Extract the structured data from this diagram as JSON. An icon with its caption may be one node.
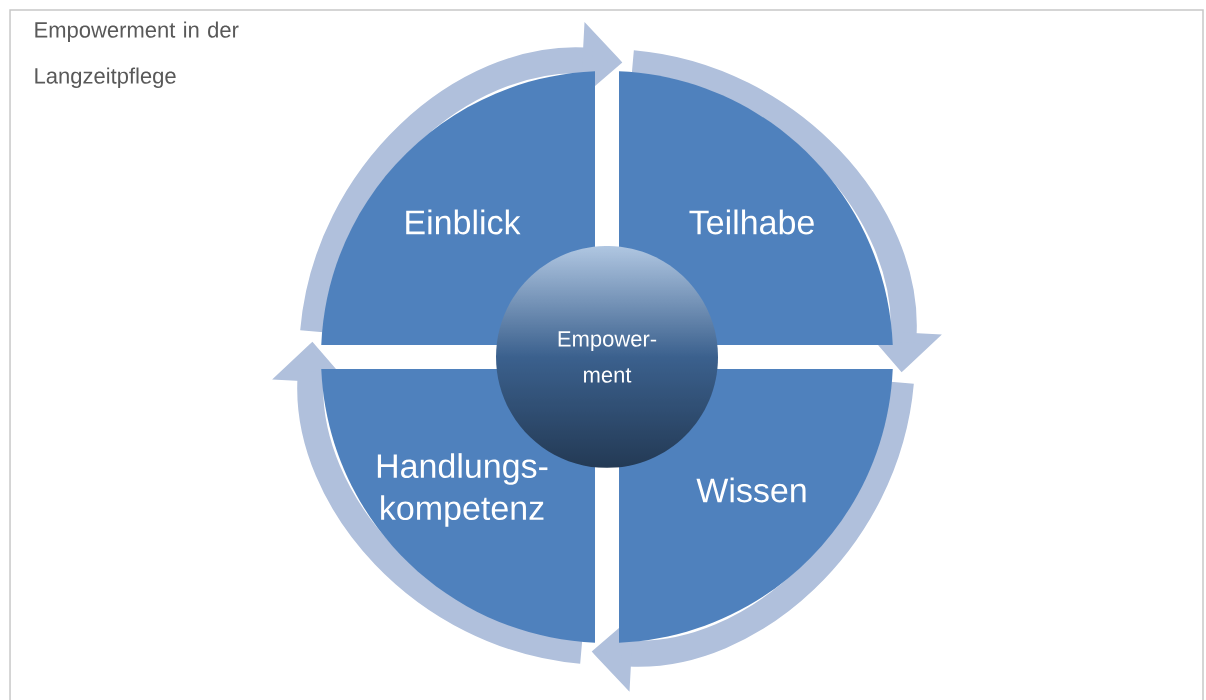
{
  "diagram": {
    "title": "Empowerment in der Langzeitpflege",
    "nodes": [
      {
        "text": [
          "Einblick"
        ]
      },
      {
        "text": [
          "Teilhabe"
        ]
      },
      {
        "text": [
          "Wissen"
        ]
      },
      {
        "text": [
          "Handlungs- kompetenz"
        ]
      },
      {
        "text": [
          "Empower- ment"
        ]
      }
    ],
    "edges": [
      {
        "from": 0,
        "to": 1,
        "arrow": "to"
      },
      {
        "from": 1,
        "to": 2,
        "arrow": "to"
      },
      {
        "from": 2,
        "to": 3,
        "arrow": "to"
      },
      {
        "from": 3,
        "to": 0,
        "arrow": "to"
      }
    ]
  }
}
